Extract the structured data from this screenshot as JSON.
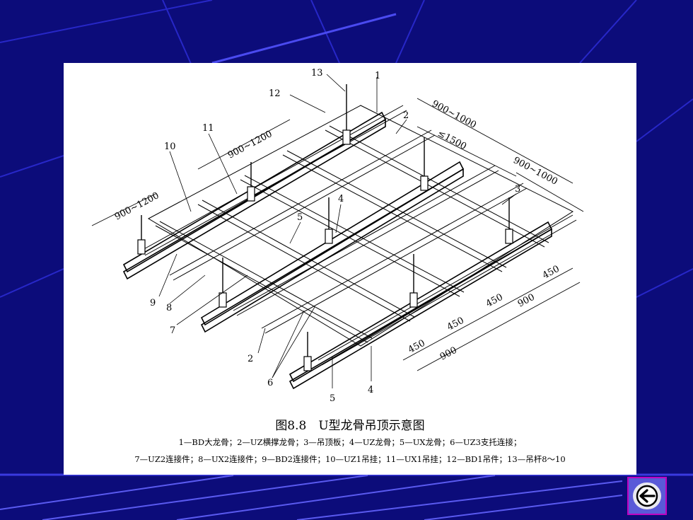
{
  "figure": {
    "title": "图8.8　U型龙骨吊顶示意图",
    "legend_line1": "1—BD大龙骨；2—UZ横撑龙骨；3—吊顶板；4—UZ龙骨；5—UX龙骨；6—UZ3支托连接；",
    "legend_line2": "7—UZ2连接件；8—UX2连接件；9—BD2连接件；10—UZ1吊挂；11—UX1吊挂；12—BD1吊件；13—吊杆8～10",
    "callouts": [
      "13",
      "1",
      "12",
      "11",
      "10",
      "2",
      "3",
      "4",
      "5",
      "9",
      "8",
      "7",
      "2",
      "6",
      "5",
      "4"
    ],
    "dimensions": [
      "900~1000",
      "≤1500",
      "900~1000",
      "900~1200",
      "900~1200",
      "450",
      "900",
      "450",
      "450",
      "900",
      "450"
    ]
  },
  "colors": {
    "background": "#0c0c7a",
    "panel": "#ffffff",
    "accent_lines": "#3a3ae0"
  },
  "nav": {
    "back_icon": "arrow-left-icon"
  }
}
